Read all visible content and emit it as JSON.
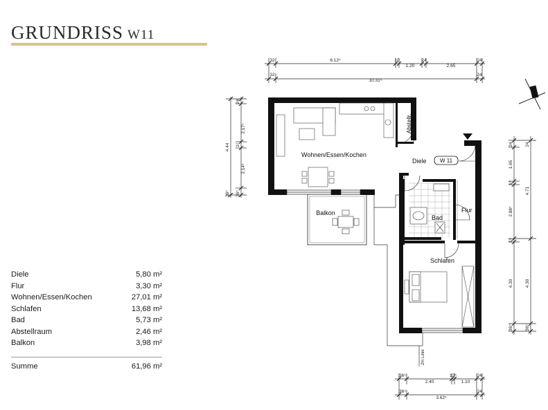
{
  "title": {
    "main": "GRUNDRISS",
    "sub": "W11"
  },
  "colors": {
    "accent_rule": "#d8c38b",
    "wall": "#111111",
    "line": "#222222"
  },
  "rooms": [
    {
      "label": "Diele",
      "area": "5,80 m²"
    },
    {
      "label": "Flur",
      "area": "3,30 m²"
    },
    {
      "label": "Wohnen/Essen/Kochen",
      "area": "27,01 m²"
    },
    {
      "label": "Schlafen",
      "area": "13,68 m²"
    },
    {
      "label": "Bad",
      "area": "5,73 m²"
    },
    {
      "label": "Abstellraum",
      "area": "2,46 m²"
    },
    {
      "label": "Balkon",
      "area": "3,98 m²"
    }
  ],
  "total": {
    "label": "Summe",
    "area": "61,96 m²"
  },
  "plan": {
    "room_labels": {
      "living": "Wohnen/Essen/Kochen",
      "storage": "Abstellr.",
      "hall": "Diele",
      "unit": "W 11",
      "bath": "Bad",
      "corridor": "Flur",
      "bedroom": "Schlafen",
      "balcony": "Balkon"
    },
    "line_note": "2m Linie",
    "dims_top_row1": [
      "32",
      "6.12⁵",
      "10",
      "1.20",
      "24",
      "2.65",
      "24"
    ],
    "dims_top_row2": [
      "32",
      "10.31⁵",
      "24"
    ],
    "dims_left_outer": "4.44",
    "dims_left_inner": [
      "24",
      "2.17⁵",
      "1²",
      "2.14⁵",
      "36⁵"
    ],
    "dims_right_inner": [
      "24",
      "1.65",
      "1²",
      "2.88⁵",
      "1²",
      "4.30",
      "36⁵"
    ],
    "dims_right_outer": [
      "24",
      "4.71",
      "4.30",
      "36⁵"
    ],
    "dims_bottom_row1": [
      "36⁵",
      "2.40",
      "12⁵",
      "1.10",
      "24"
    ],
    "dims_bottom_row2": [
      "36⁵",
      "3.62⁵",
      "24"
    ]
  }
}
